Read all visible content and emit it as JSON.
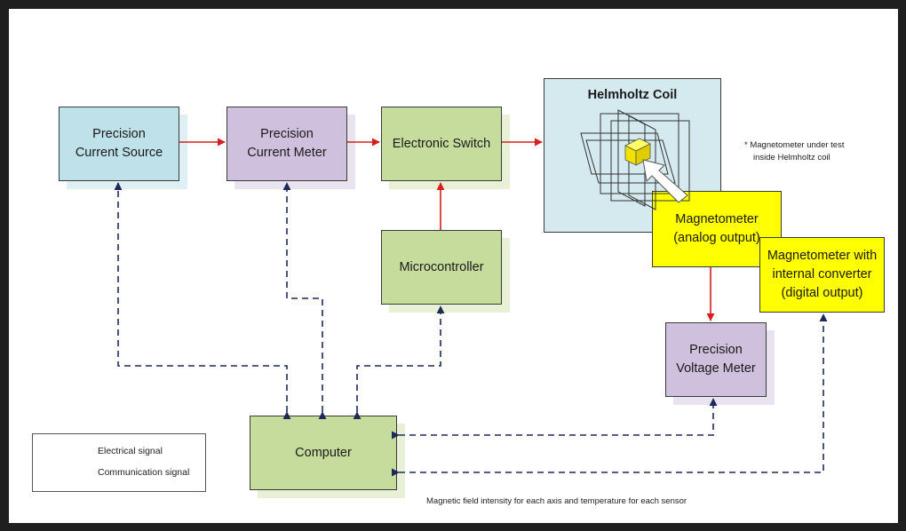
{
  "nodes": {
    "current_source": "Precision Current Source",
    "current_meter": "Precision Current Meter",
    "electronic_switch": "Electronic Switch",
    "microcontroller": "Microcontroller",
    "computer": "Computer",
    "magnetometer_analog": "Magnetometer (analog output)",
    "magnetometer_digital": "Magnetometer with internal converter (digital output)",
    "voltage_meter": "Precision Voltage Meter",
    "helmholtz_coil": "Helmholtz Coil"
  },
  "notes": {
    "under_test_line1": "* Magnetometer under test",
    "under_test_line2": "inside Helmholtz coil",
    "bottom_caption": "Magnetic field intensity for each axis and temperature for each sensor"
  },
  "legend": {
    "electrical": "Electrical signal",
    "communication": "Communication signal"
  },
  "colors": {
    "electrical": "#d42020",
    "communication": "#1f2a5a",
    "blue_box": "#bfe1ea",
    "purple_box": "#cfc1dd",
    "green_box": "#c6dc9c",
    "yellow_box": "#ffff00",
    "coil_bg": "#d4eaef"
  },
  "edges": [
    {
      "from": "Precision Current Source",
      "to": "Precision Current Meter",
      "type": "electrical"
    },
    {
      "from": "Precision Current Meter",
      "to": "Electronic Switch",
      "type": "electrical"
    },
    {
      "from": "Electronic Switch",
      "to": "Helmholtz Coil",
      "type": "electrical"
    },
    {
      "from": "Microcontroller",
      "to": "Electronic Switch",
      "type": "electrical"
    },
    {
      "from": "Magnetometer (analog output)",
      "to": "Precision Voltage Meter",
      "type": "electrical"
    },
    {
      "from": "Computer",
      "to": "Precision Current Source",
      "type": "communication"
    },
    {
      "from": "Computer",
      "to": "Precision Current Meter",
      "type": "communication"
    },
    {
      "from": "Computer",
      "to": "Microcontroller",
      "type": "communication"
    },
    {
      "from": "Computer",
      "to": "Precision Voltage Meter",
      "type": "communication"
    },
    {
      "from": "Computer",
      "to": "Magnetometer with internal converter (digital output)",
      "type": "communication"
    }
  ]
}
